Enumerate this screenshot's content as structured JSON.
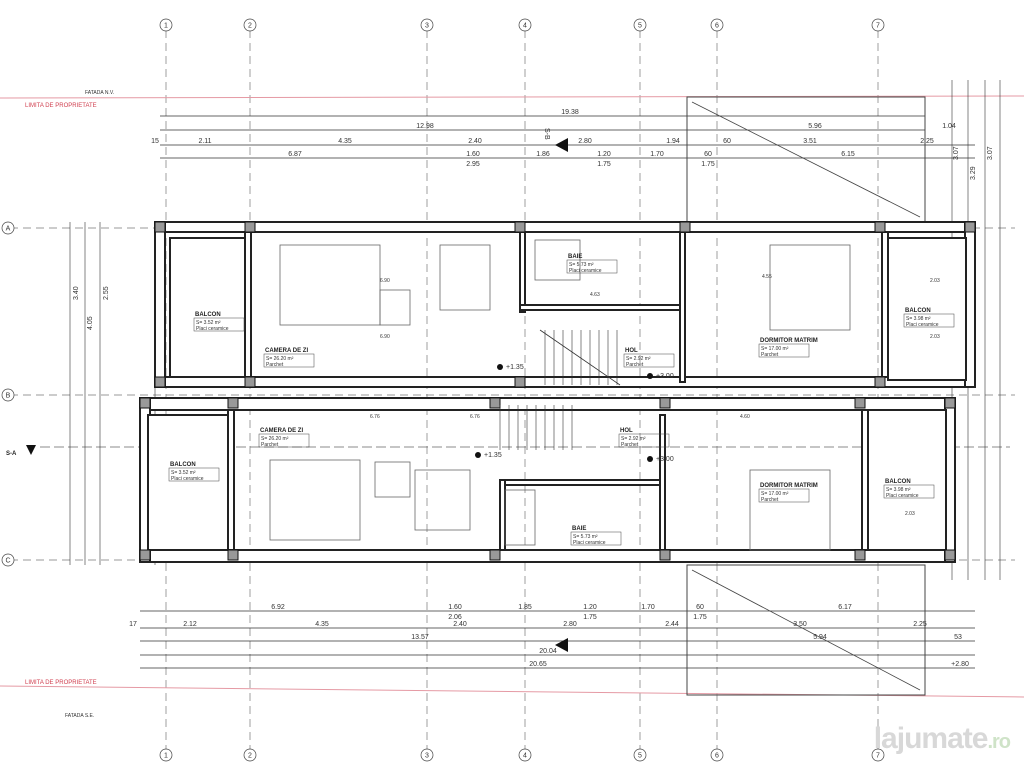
{
  "drawing": {
    "top_facade_label": "FATADA N.V.",
    "bottom_facade_label": "FATADA S.E.",
    "property_limit_label": "LIMITA DE PROPRIETATE",
    "section_a": "S-A",
    "section_b": "S-B",
    "grid_columns": [
      "1",
      "2",
      "3",
      "4",
      "5",
      "6",
      "7"
    ],
    "grid_rows": [
      "A",
      "B",
      "C"
    ],
    "top_dimensions": {
      "row1": [
        "19.38"
      ],
      "row2": [
        "12.98",
        "5.96",
        "1.04"
      ],
      "row3": [
        "15",
        "2.11",
        "4.35",
        "2.40",
        "2.80",
        "1.94",
        "60",
        "3.51",
        "2.25"
      ],
      "row4": [
        "6.87",
        "1.60",
        "2.95",
        "1.86",
        "1.20",
        "1.75",
        "1.70",
        "60",
        "1.75",
        "6.15"
      ]
    },
    "bottom_dimensions": {
      "row1": [
        "6.92",
        "1.60",
        "2.06",
        "1.85",
        "1.20",
        "1.75",
        "1.70",
        "60",
        "1.75",
        "6.17"
      ],
      "row2": [
        "17",
        "2.12",
        "4.35",
        "2.40",
        "2.80",
        "2.44",
        "3.50",
        "2.25"
      ],
      "row3": [
        "13.57",
        "5.94",
        "53"
      ],
      "row4": [
        "20.04"
      ],
      "row5": [
        "20.65",
        "+2.80"
      ]
    },
    "side_dimensions": [
      "3.40",
      "4.05",
      "2.55",
      "3.07",
      "3.29",
      "3.07"
    ],
    "rooms": [
      {
        "name": "BALCON",
        "area": "S= 3.52 m²",
        "finish": "Placi ceramice"
      },
      {
        "name": "CAMERA DE ZI",
        "area": "S= 26.20 m²",
        "finish": "Parchet"
      },
      {
        "name": "BAIE",
        "area": "S= 5.73 m²",
        "finish": "Placi ceramice"
      },
      {
        "name": "HOL",
        "area": "S= 2.92 m²",
        "finish": "Parchet"
      },
      {
        "name": "DORMITOR MATRIM",
        "area": "S= 17.00 m²",
        "finish": "Parchet"
      },
      {
        "name": "BALCON",
        "area": "S= 3.98 m²",
        "finish": "Placi ceramice"
      },
      {
        "name": "CAMERA DE ZI",
        "area": "S= 26.20 m²",
        "finish": "Parchet"
      },
      {
        "name": "BALCON",
        "area": "S= 3.52 m²",
        "finish": "Placi ceramice"
      },
      {
        "name": "HOL",
        "area": "S= 2.92 m²",
        "finish": "Parchet"
      },
      {
        "name": "BAIE",
        "area": "S= 5.73 m²",
        "finish": "Placi ceramice"
      },
      {
        "name": "DORMITOR MATRIM",
        "area": "S= 17.00 m²",
        "finish": "Parchet"
      },
      {
        "name": "BALCON",
        "area": "S= 3.98 m²",
        "finish": "Placi ceramice"
      }
    ],
    "levels": [
      "+1.35",
      "+3.00",
      "+1.35",
      "+3.00"
    ],
    "interior_dimensions": [
      "6.90",
      "6.90",
      "4.63",
      "4.55",
      "2.03",
      "2.03",
      "6.76",
      "6.76",
      "4.60",
      "2.03"
    ],
    "colors": {
      "lines": "#333333",
      "property_limit": "#d04050"
    }
  },
  "watermark": {
    "brand": "lajumate",
    "tld": ".ro"
  }
}
